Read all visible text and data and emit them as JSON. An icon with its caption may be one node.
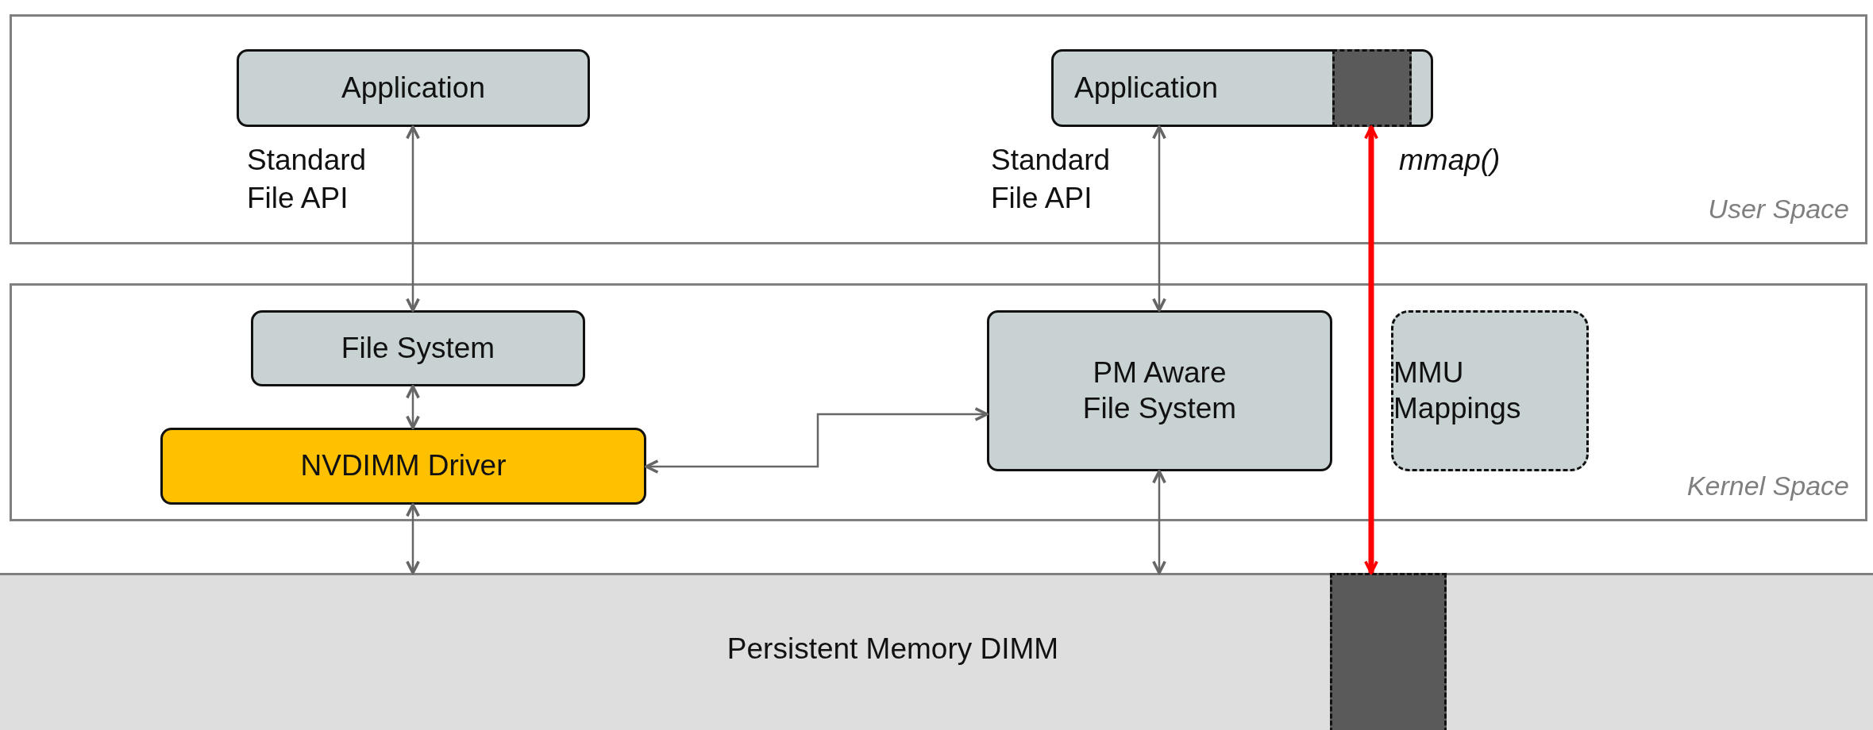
{
  "diagram": {
    "nodes": [
      {
        "text": [
          "User Space"
        ]
      },
      {
        "text": [
          "Application"
        ],
        "in": 0
      },
      {
        "text": [
          "Application"
        ],
        "in": 0
      },
      {
        "text": [],
        "shape": "box",
        "in": 2
      },
      {
        "text": [
          "Kernel Space"
        ]
      },
      {
        "text": [
          "File System"
        ],
        "in": 4
      },
      {
        "text": [
          "PM Aware File System"
        ],
        "in": 4
      },
      {
        "text": [
          "MMU Mappings"
        ],
        "in": 4
      },
      {
        "text": [
          "NVDIMM Driver"
        ],
        "in": 4
      },
      {
        "text": [
          "Persistent Memory DIMM"
        ]
      },
      {
        "text": [],
        "shape": "box",
        "in": 9
      }
    ],
    "edges": [
      {
        "from": 1,
        "to": 5,
        "arrow": "both",
        "label": "Standard File API"
      },
      {
        "from": 5,
        "to": 8,
        "arrow": "both"
      },
      {
        "from": 8,
        "to": 9,
        "arrow": "both"
      },
      {
        "from": 8,
        "to": 6,
        "arrow": "both"
      },
      {
        "from": 2,
        "to": 6,
        "arrow": "both",
        "label": "Standard File API"
      },
      {
        "from": 6,
        "to": 9,
        "arrow": "both"
      },
      {
        "from": 3,
        "to": 10,
        "arrow": "both",
        "label": "mmap()",
        "style": "thick",
        "color": "#ff0000"
      }
    ]
  }
}
